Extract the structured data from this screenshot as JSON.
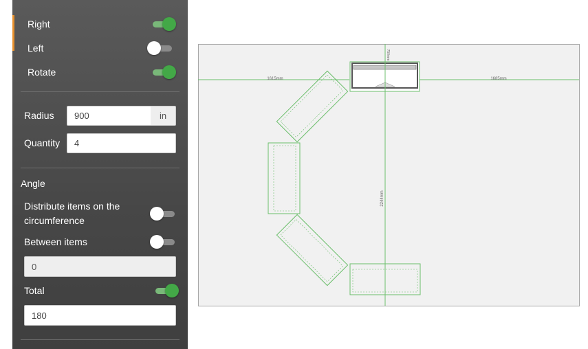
{
  "panel": {
    "right_label": "Right",
    "left_label": "Left",
    "rotate_label": "Rotate",
    "radius_label": "Radius",
    "radius_value": "900",
    "radius_unit": "in",
    "quantity_label": "Quantity",
    "quantity_value": "4",
    "angle_heading": "Angle",
    "distribute_label": "Distribute items on the circumference",
    "between_label": "Between items",
    "between_value": "0",
    "total_label": "Total",
    "total_value": "180",
    "toggles": {
      "right": true,
      "left": false,
      "rotate": true,
      "distribute": false,
      "between": false,
      "total": true
    },
    "accent_color": "#e8912d",
    "toggle_on_color": "#43a847"
  },
  "drawing": {
    "dim_left": "1615mm",
    "dim_right": "1685mm",
    "dim_vertical": "2244mm",
    "dim_top": "750mm",
    "line_color": "#6cbf6c"
  }
}
